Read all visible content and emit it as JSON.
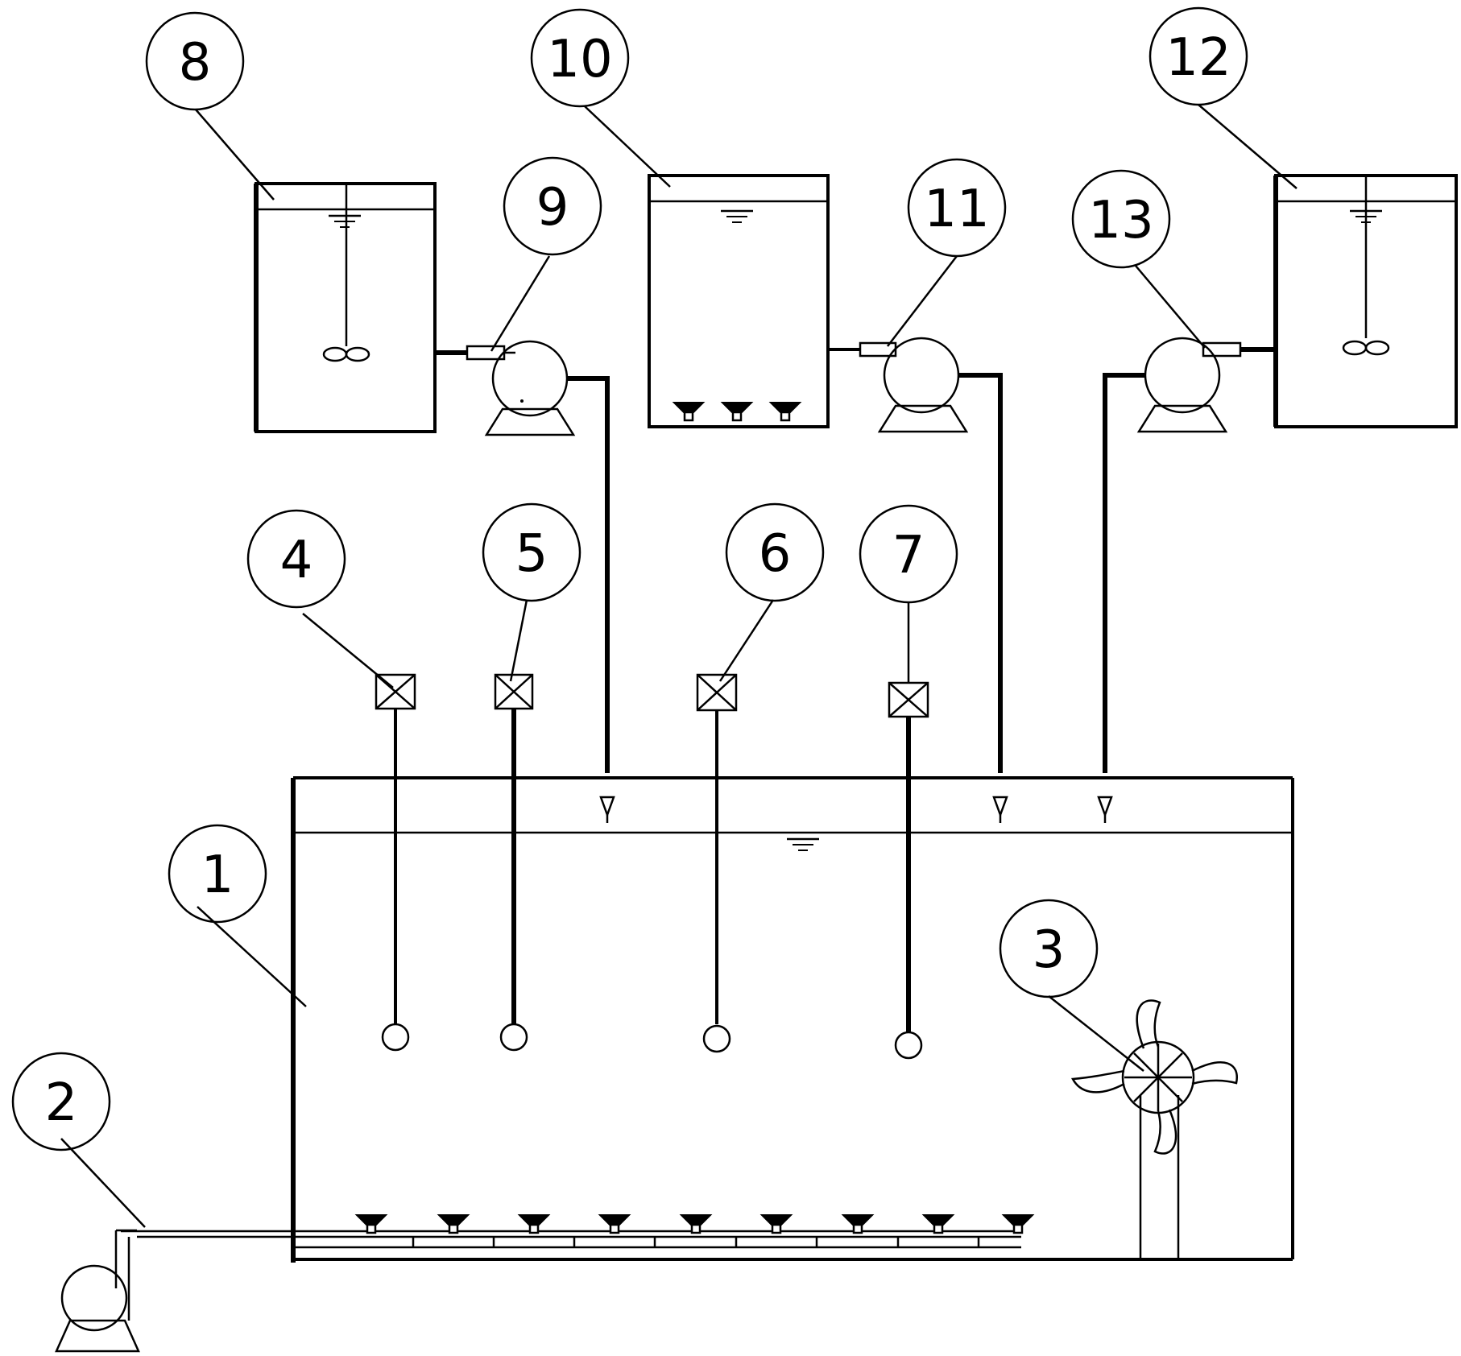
{
  "diagram": {
    "colors": {
      "line": "#000000",
      "background": "#ffffff"
    },
    "callouts": [
      {
        "id": "tank",
        "label": "1"
      },
      {
        "id": "air-pump",
        "label": "2"
      },
      {
        "id": "mixer",
        "label": "3"
      },
      {
        "id": "probe-a",
        "label": "4"
      },
      {
        "id": "probe-b",
        "label": "5"
      },
      {
        "id": "probe-c",
        "label": "6"
      },
      {
        "id": "probe-d",
        "label": "7"
      },
      {
        "id": "dosing-tank-a",
        "label": "8"
      },
      {
        "id": "pump-a",
        "label": "9"
      },
      {
        "id": "settling-tank",
        "label": "10"
      },
      {
        "id": "pump-b",
        "label": "11"
      },
      {
        "id": "dosing-tank-b",
        "label": "12"
      },
      {
        "id": "pump-c",
        "label": "13"
      }
    ]
  }
}
